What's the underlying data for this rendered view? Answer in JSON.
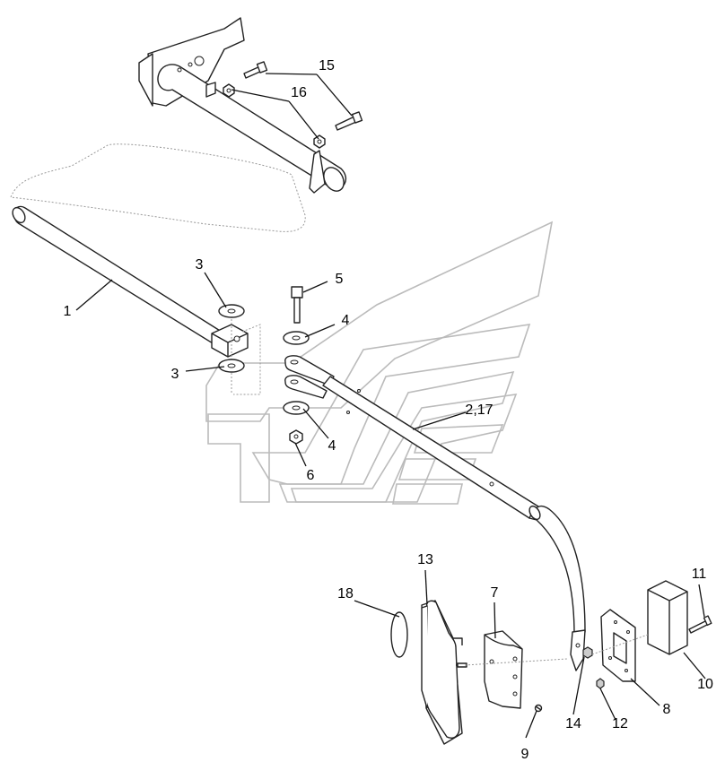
{
  "callouts": [
    {
      "id": "c15",
      "text": "15"
    },
    {
      "id": "c16",
      "text": "16"
    },
    {
      "id": "c3a",
      "text": "3"
    },
    {
      "id": "c5",
      "text": "5"
    },
    {
      "id": "c1",
      "text": "1"
    },
    {
      "id": "c4a",
      "text": "4"
    },
    {
      "id": "c3b",
      "text": "3"
    },
    {
      "id": "c2_17",
      "text": "2,17"
    },
    {
      "id": "c4b",
      "text": "4"
    },
    {
      "id": "c6",
      "text": "6"
    },
    {
      "id": "c13",
      "text": "13"
    },
    {
      "id": "c18",
      "text": "18"
    },
    {
      "id": "c7",
      "text": "7"
    },
    {
      "id": "c11",
      "text": "11"
    },
    {
      "id": "c10",
      "text": "10"
    },
    {
      "id": "c8",
      "text": "8"
    },
    {
      "id": "c12",
      "text": "12"
    },
    {
      "id": "c14",
      "text": "14"
    },
    {
      "id": "c9",
      "text": "9"
    }
  ]
}
